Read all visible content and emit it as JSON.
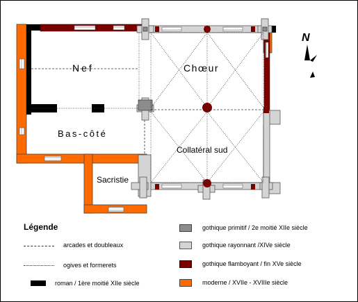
{
  "plan": {
    "rooms": {
      "nef": "Nef",
      "choeur": "Chœur",
      "bas_cote": "Bas-côté",
      "collateral_sud": "Collatéral sud",
      "sacristie": "Sacristie"
    },
    "north_label": "N"
  },
  "legend": {
    "title": "Légende",
    "items": [
      {
        "label": "arcades et doubleaux",
        "symbol": "dashed-line"
      },
      {
        "label": "ogives et formerets",
        "symbol": "dotted-line"
      },
      {
        "label": "roman / 1ère moitié XIIe siècle",
        "symbol": "solid-bar",
        "color": "#000000"
      },
      {
        "label": "gothique primitif / 2e moitié XIIe siècle",
        "symbol": "swatch",
        "color": "#8c8c8c"
      },
      {
        "label": "gothique rayonnant /XIVe siècle",
        "symbol": "swatch",
        "color": "#d4d4d4"
      },
      {
        "label": "gothique flamboyant  / fin XVe siècle",
        "symbol": "swatch",
        "color": "#7a0000"
      },
      {
        "label": "moderne / XVIIe - XVIIIe siècle",
        "symbol": "swatch",
        "color": "#ff6a00"
      }
    ]
  },
  "colors": {
    "roman": "#000000",
    "gothique_primitif": "#8c8c8c",
    "gothique_rayonnant": "#d4d4d4",
    "gothique_flamboyant": "#7a0000",
    "moderne": "#ff6a00"
  }
}
